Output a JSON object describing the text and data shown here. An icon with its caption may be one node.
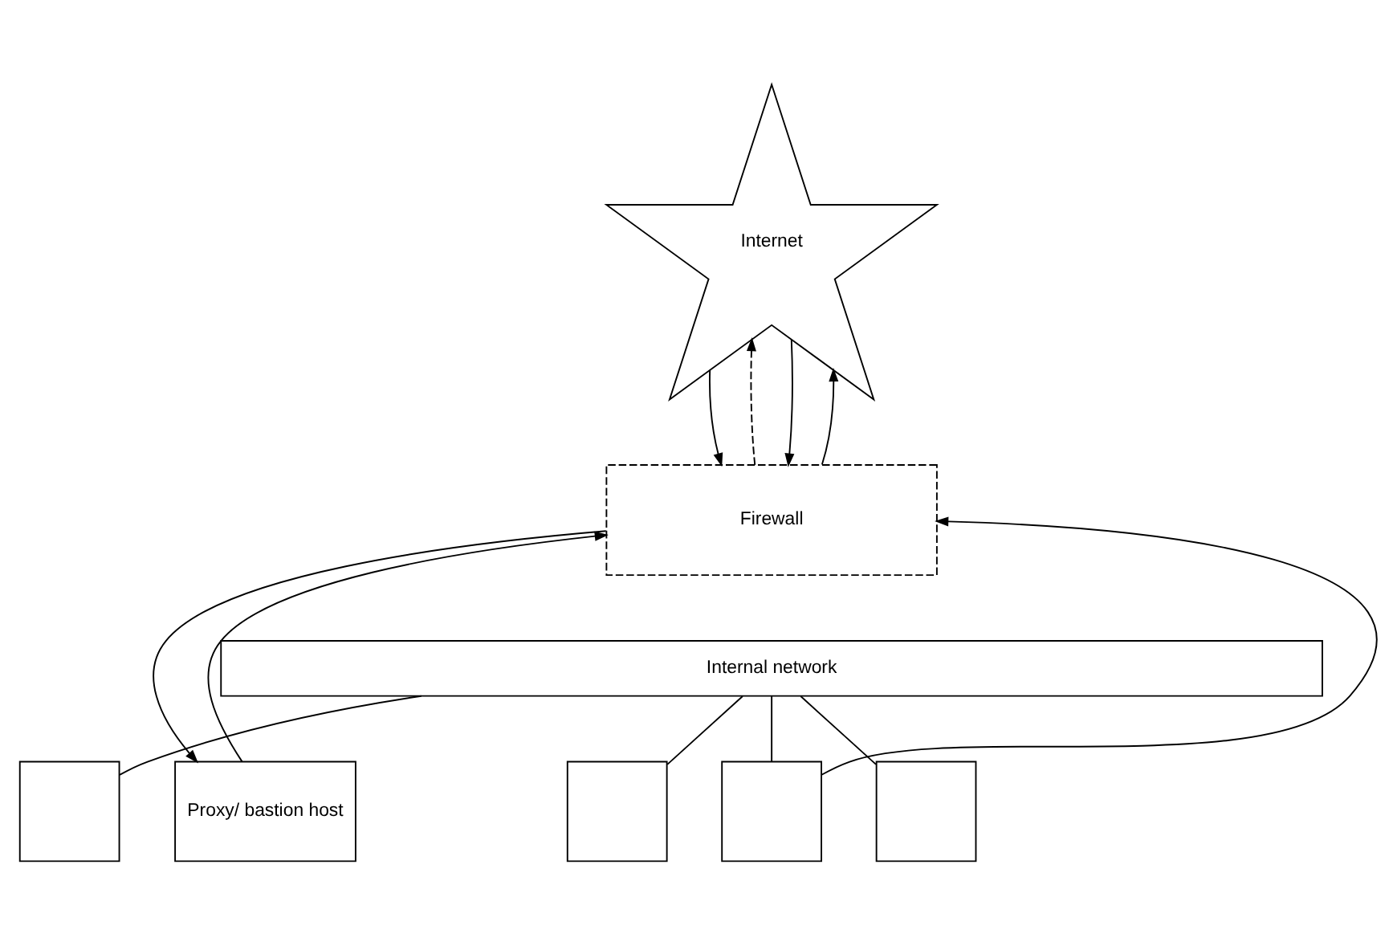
{
  "diagram": {
    "nodes": [
      {
        "text": [
          "Internet"
        ]
      },
      {
        "text": [
          "Firewall"
        ]
      },
      {
        "text": [
          "Internal network"
        ]
      },
      {
        "text": [],
        "shape": "box"
      },
      {
        "text": [
          "Proxy/ bastion host"
        ]
      },
      {
        "text": [],
        "shape": "box"
      },
      {
        "text": [],
        "shape": "box"
      },
      {
        "text": [],
        "shape": "box"
      }
    ],
    "edges": [
      {
        "from": 1,
        "to": 0,
        "arrow": "to",
        "style": "dashed"
      },
      {
        "from": 0,
        "to": 1,
        "arrow": "to"
      },
      {
        "from": 0,
        "to": 1,
        "arrow": "to"
      },
      {
        "from": 1,
        "to": 0,
        "arrow": "to"
      },
      {
        "from": 1,
        "to": 4,
        "arrow": "to"
      },
      {
        "from": 4,
        "to": 1,
        "arrow": "to"
      },
      {
        "from": 6,
        "to": 1,
        "arrow": "to"
      },
      {
        "from": 2,
        "to": 3,
        "arrow": "none"
      },
      {
        "from": 2,
        "to": 5,
        "arrow": "none"
      },
      {
        "from": 2,
        "to": 6,
        "arrow": "none"
      },
      {
        "from": 2,
        "to": 7,
        "arrow": "none"
      }
    ]
  }
}
